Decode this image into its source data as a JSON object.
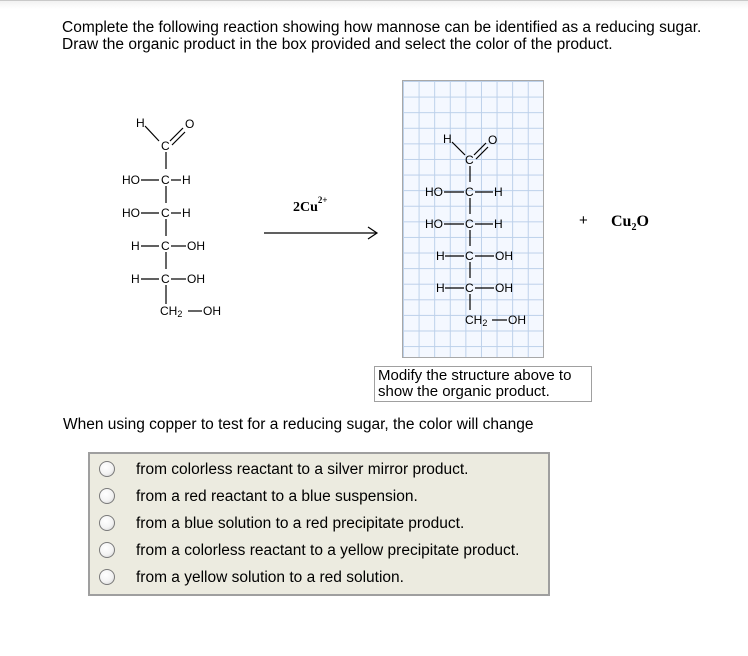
{
  "instructions": {
    "line1": "Complete the following reaction showing how mannose can be identified as a reducing sugar.",
    "line2": "Draw the organic product in the box provided and select the color of the product."
  },
  "reactant": {
    "aldehyde_h": "H",
    "carbon": "C",
    "oxygen": "O",
    "rows": [
      {
        "left": "HO",
        "right": "H"
      },
      {
        "left": "HO",
        "right": "H"
      },
      {
        "left": "H",
        "right": "OH"
      },
      {
        "left": "H",
        "right": "OH"
      }
    ],
    "terminal": "CH2",
    "terminal_sub": "2",
    "terminal_ch": "CH",
    "terminal_oh": "OH"
  },
  "reagent": {
    "coefficient": "2",
    "element": "Cu",
    "charge": "2+"
  },
  "byproduct": {
    "plus": "+",
    "element": "Cu",
    "subscript": "2",
    "oxygen": "O"
  },
  "hint": "Modify the structure above to show the organic product.",
  "question": "When using copper to test for a reducing sugar, the color will change",
  "options": [
    {
      "label": "from colorless reactant to a silver mirror product."
    },
    {
      "label": "from a red reactant to a blue suspension."
    },
    {
      "label": "from a blue solution to a red precipitate product."
    },
    {
      "label": "from a colorless reactant to a yellow precipitate product."
    },
    {
      "label": "from a yellow solution to a red solution."
    }
  ]
}
